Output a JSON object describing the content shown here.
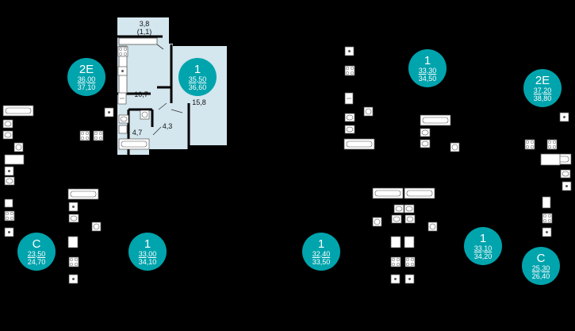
{
  "colors": {
    "background": "#000000",
    "badge_fill": "#00a4ad",
    "highlight_fill": "#d4e6ee",
    "fixture_fill": "#ffffff",
    "fixture_stroke": "#555555"
  },
  "icons": [
    "bathtub-icon",
    "toilet-icon",
    "sink-icon",
    "stove-icon",
    "washing-machine-icon",
    "kitchen-sink-icon"
  ],
  "selected_apartment": {
    "rooms": [
      {
        "area": "3,8",
        "sub": "(1,1)"
      },
      {
        "area": "10,7"
      },
      {
        "area": "15,8"
      },
      {
        "area": "4,3"
      },
      {
        "area": "4,7"
      }
    ]
  },
  "units": [
    {
      "type": "2E",
      "area_living": "36,00",
      "area_total": "37,10"
    },
    {
      "type": "1",
      "area_living": "35,50",
      "area_total": "36,60"
    },
    {
      "type": "1",
      "area_living": "33,30",
      "area_total": "34,50"
    },
    {
      "type": "2E",
      "area_living": "37,20",
      "area_total": "38,80"
    },
    {
      "type": "C",
      "area_living": "23,50",
      "area_total": "24,70"
    },
    {
      "type": "1",
      "area_living": "33,00",
      "area_total": "34,10"
    },
    {
      "type": "1",
      "area_living": "32,40",
      "area_total": "33,50"
    },
    {
      "type": "1",
      "area_living": "33,10",
      "area_total": "34,20"
    },
    {
      "type": "C",
      "area_living": "25,30",
      "area_total": "26,40"
    }
  ]
}
